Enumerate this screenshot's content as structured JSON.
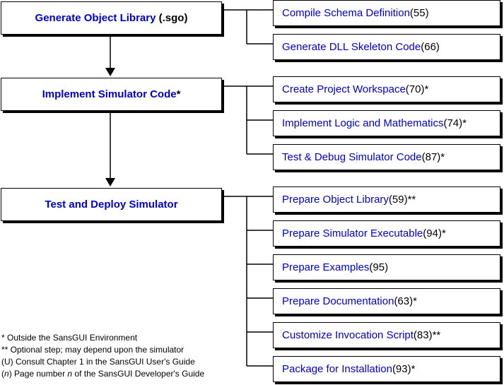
{
  "main_steps": [
    {
      "label": "Generate Object Library",
      "suffix": " (.sgo)"
    },
    {
      "label": "Implement Simulator Code",
      "suffix": "*"
    },
    {
      "label": "Test and Deploy Simulator",
      "suffix": ""
    }
  ],
  "substeps": {
    "generate": [
      {
        "label": "Compile Schema Definition",
        "suffix": " (55)"
      },
      {
        "label": "Generate DLL Skeleton Code",
        "suffix": " (66)"
      }
    ],
    "implement": [
      {
        "label": "Create Project Workspace",
        "suffix": " (70)*"
      },
      {
        "label": "Implement Logic and Mathematics",
        "suffix": " (74)*"
      },
      {
        "label": "Test & Debug Simulator Code",
        "suffix": " (87)*"
      }
    ],
    "deploy": [
      {
        "label": "Prepare Object Library",
        "suffix": " (59)**"
      },
      {
        "label": "Prepare Simulator Executable",
        "suffix": " (94)*"
      },
      {
        "label": "Prepare Examples",
        "suffix": " (95)"
      },
      {
        "label": "Prepare Documentation",
        "suffix": " (63)*"
      },
      {
        "label": "Customize Invocation Script",
        "suffix": " (83)**"
      },
      {
        "label": "Package for Installation",
        "suffix": " (93)*"
      }
    ]
  },
  "legend": {
    "line1": "* Outside the SansGUI Environment",
    "line2": "** Optional step; may depend upon the simulator",
    "line3": "(U) Consult Chapter 1 in the SansGUI User's Guide",
    "line4_prefix": "(",
    "line4_n": "n",
    "line4_mid": ") Page number ",
    "line4_n2": "n",
    "line4_suffix": " of the SansGUI Developer's Guide"
  },
  "colors": {
    "link": "#0000cc",
    "text": "#000000",
    "line": "#000000"
  }
}
